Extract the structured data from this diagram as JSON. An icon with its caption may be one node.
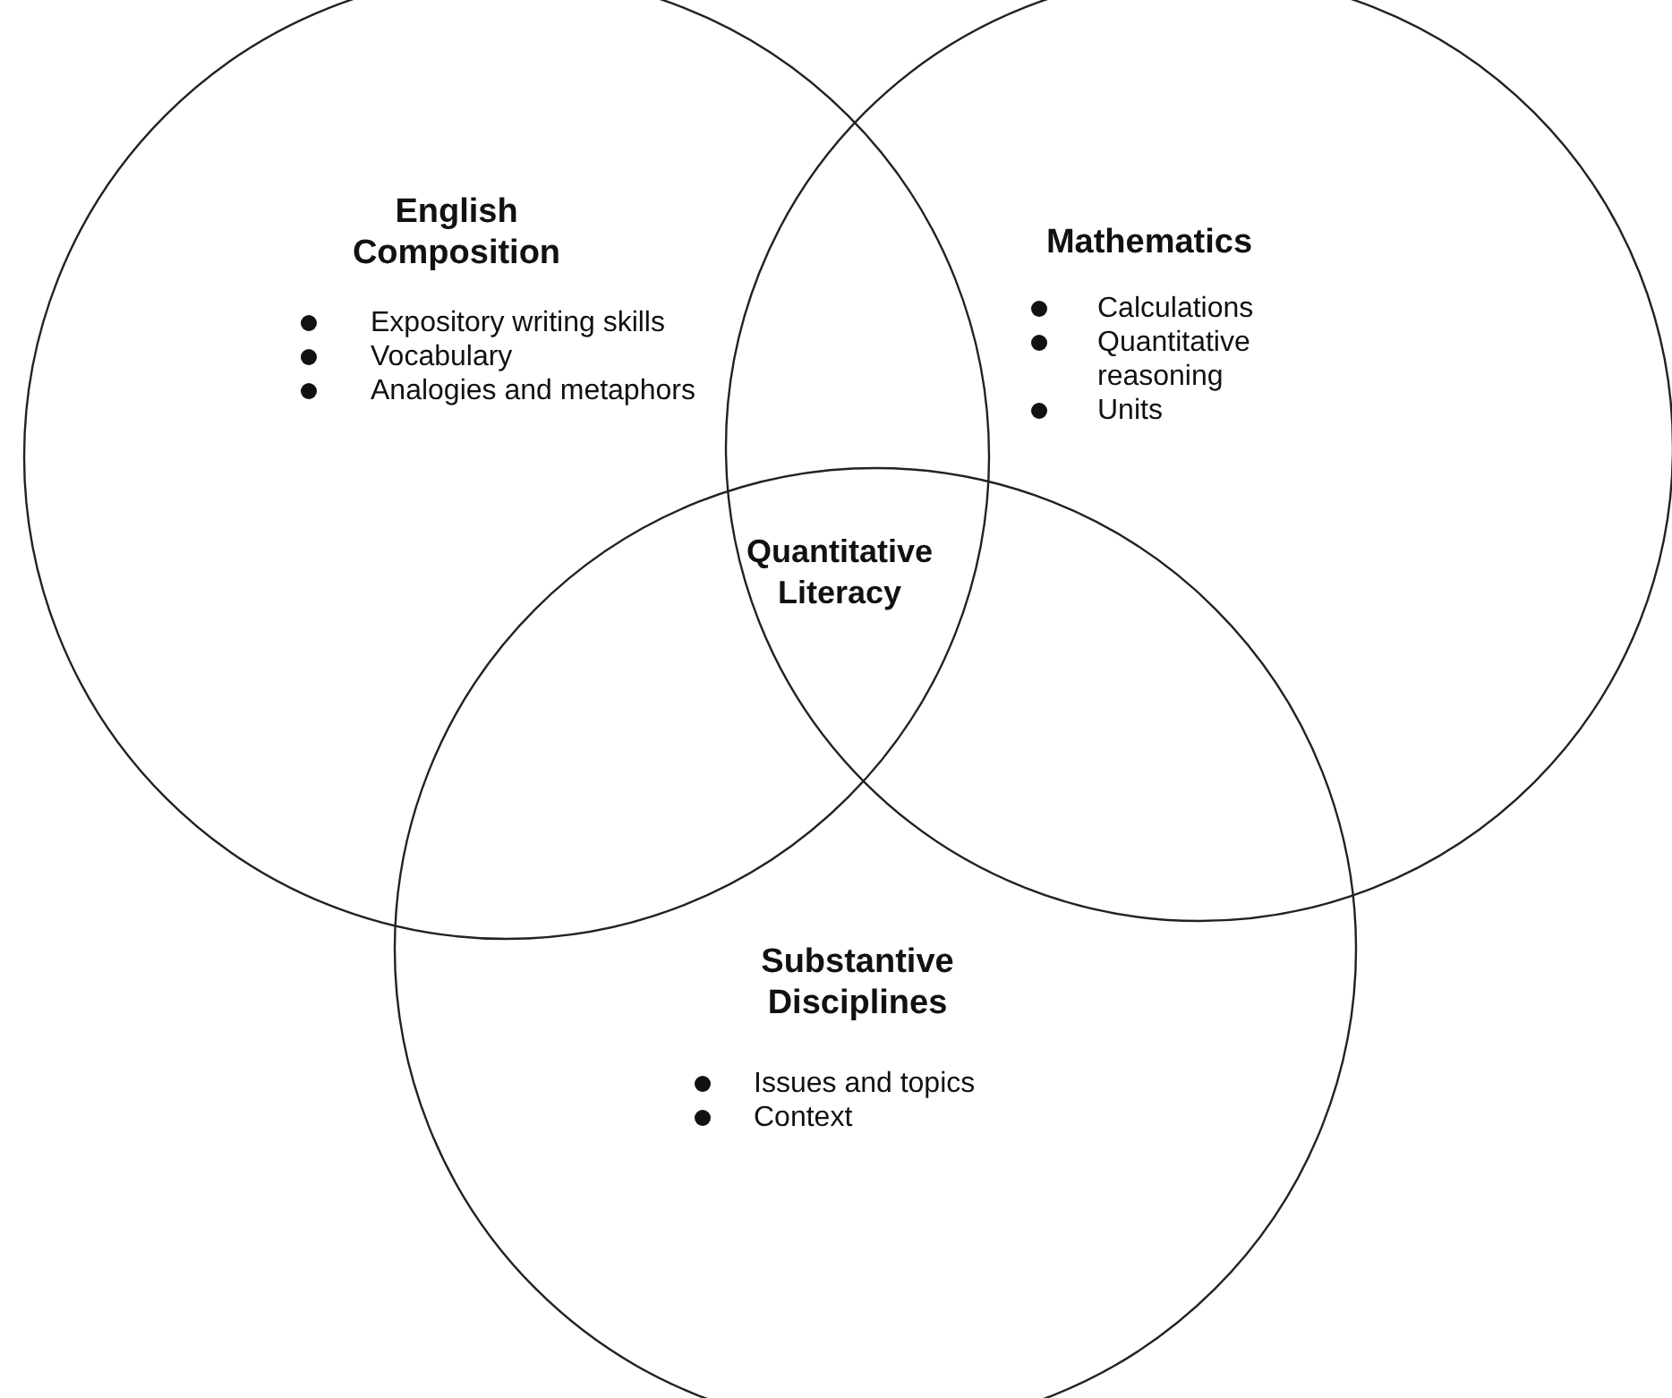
{
  "diagram": {
    "nodes": [
      {
        "text": [
          "English Composition",
          "Expository writing skills",
          "Vocabulary",
          "Analogies and metaphors"
        ]
      },
      {
        "text": [
          "Mathematics",
          "Calculations",
          "Quantitative reasoning",
          "Units"
        ]
      },
      {
        "text": [
          "Substantive Disciplines",
          "Issues and topics",
          "Context"
        ]
      }
    ],
    "edges": [],
    "labels": [
      "Quantitative Literacy"
    ]
  }
}
